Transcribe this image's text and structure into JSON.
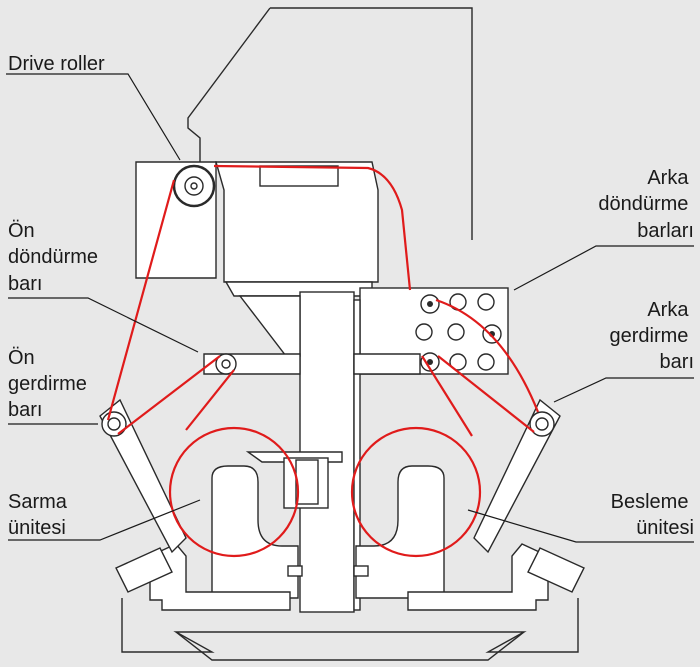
{
  "colors": {
    "background": "#e8e8e8",
    "machine_fill": "#ffffff",
    "machine_outline": "#2a2a2a",
    "web_path": "#e01b1b",
    "label_text": "#1a1a1a"
  },
  "labels": {
    "drive_roller": [
      "Drive roller"
    ],
    "on_dondurme_bari": [
      "Ön",
      "döndürme",
      "barı"
    ],
    "on_gerdirme_bari": [
      "Ön",
      "gerdirme",
      "barı"
    ],
    "sarma_unitesi": [
      "Sarma",
      "ünitesi"
    ],
    "arka_dondurme_barlari": [
      "Arka",
      "döndürme",
      "barları"
    ],
    "arka_gerdirme_bari": [
      "Arka",
      "gerdirme",
      "barı"
    ],
    "besleme_unitesi": [
      "Besleme",
      "ünitesi"
    ]
  }
}
